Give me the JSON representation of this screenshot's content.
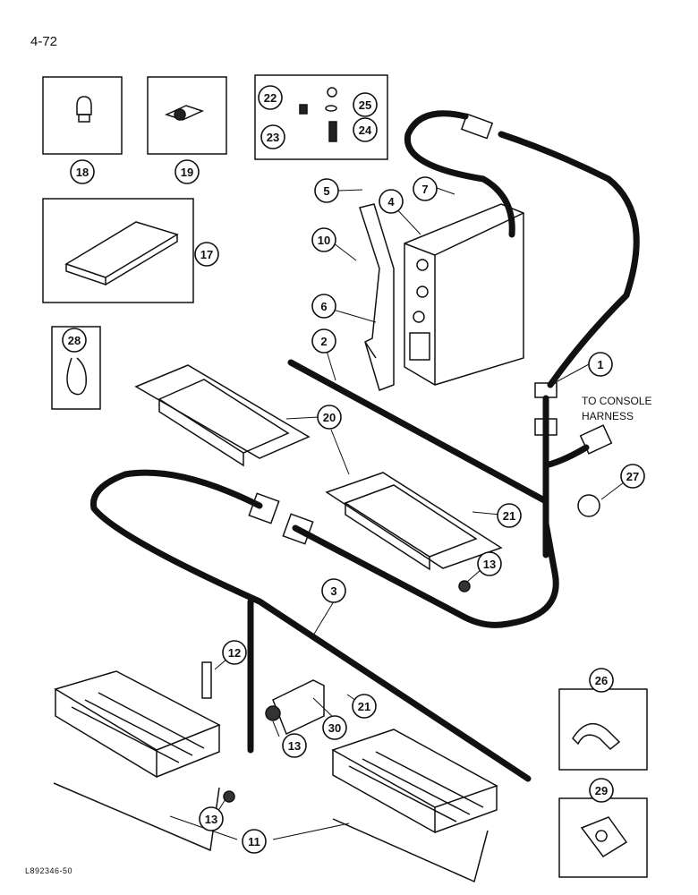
{
  "page_number": "4-72",
  "figure_code": "L892346-50",
  "note": {
    "line1": "TO CONSOLE",
    "line2": "HARNESS"
  },
  "callouts": [
    "1",
    "2",
    "3",
    "4",
    "5",
    "6",
    "7",
    "10",
    "11",
    "12",
    "13",
    "17",
    "18",
    "19",
    "20",
    "21",
    "22",
    "23",
    "24",
    "25",
    "26",
    "27",
    "28",
    "29",
    "30"
  ]
}
